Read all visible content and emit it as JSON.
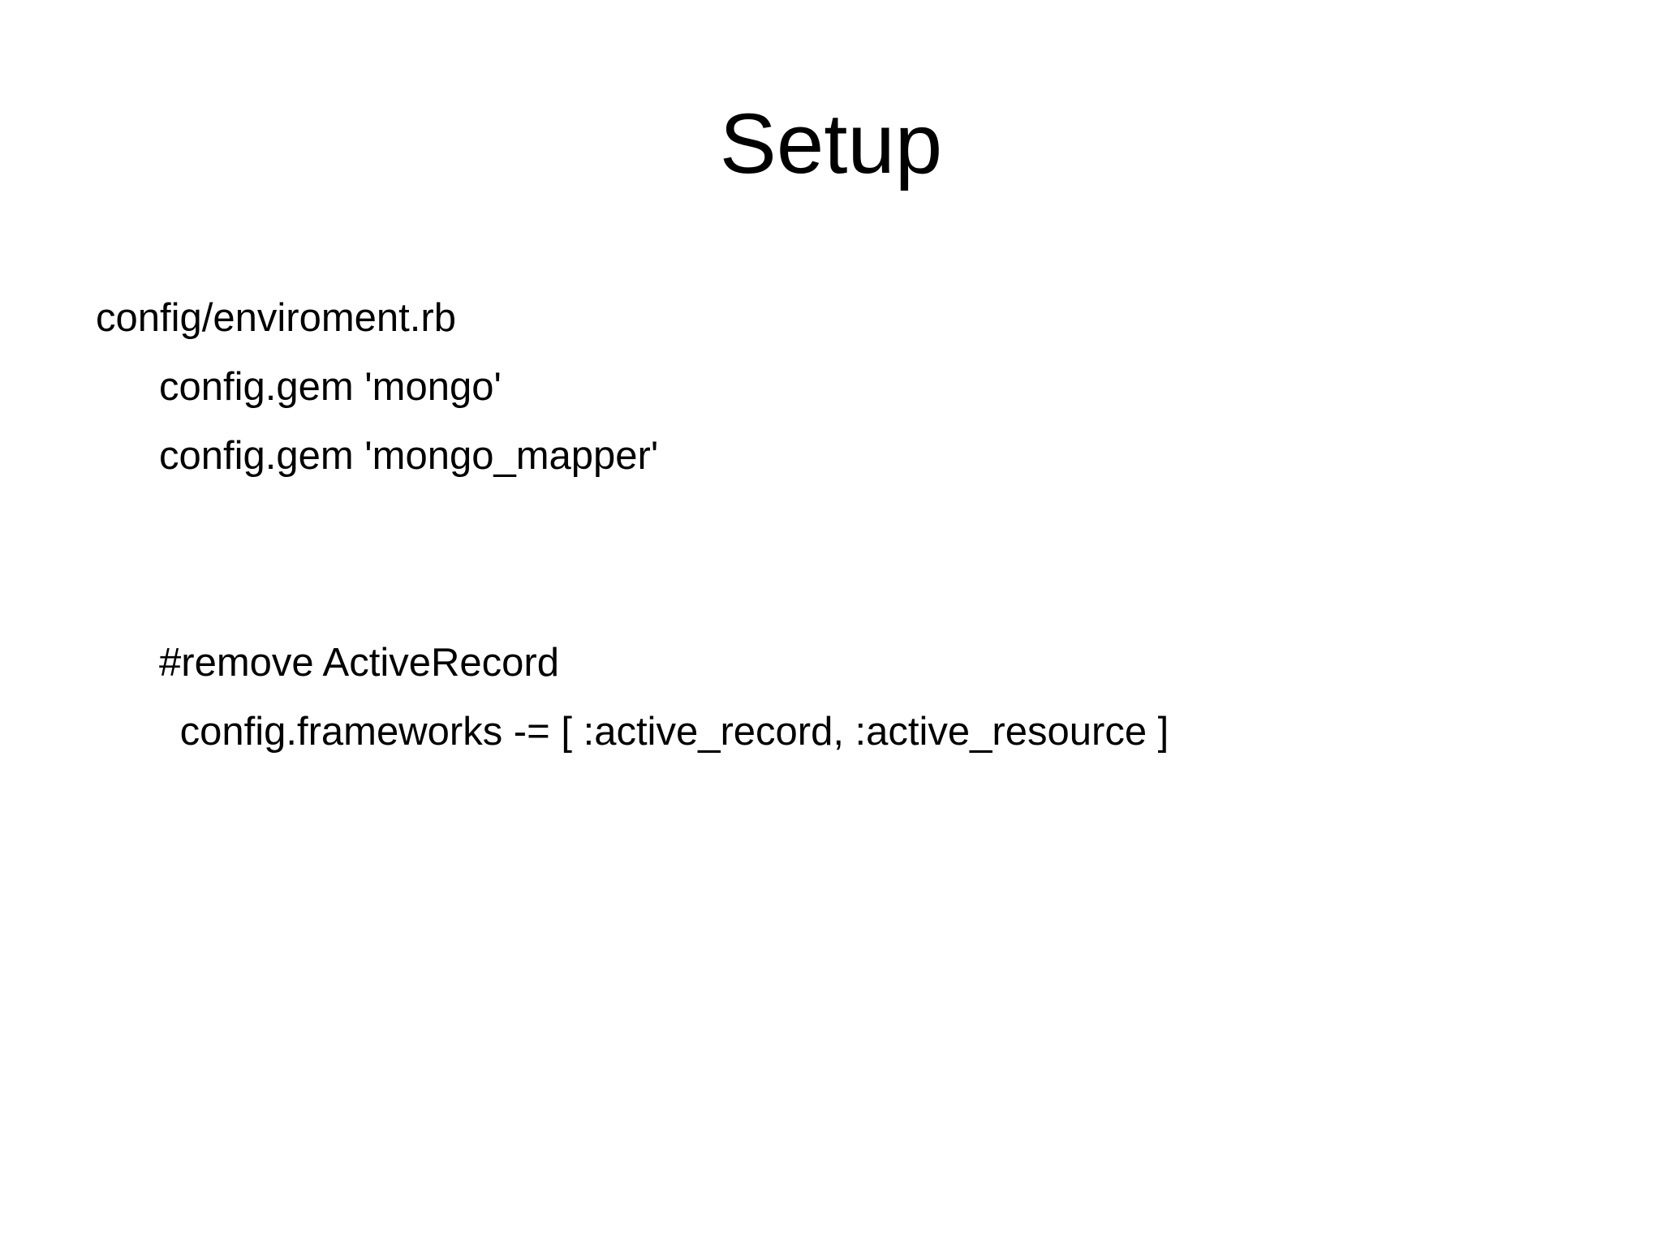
{
  "slide": {
    "background_color": "#ffffff",
    "text_color": "#000000",
    "title": "Setup",
    "body_lines": [
      {
        "text": "config/enviroment.rb",
        "indent": 0,
        "blank": false
      },
      {
        "text": "config.gem 'mongo'",
        "indent": 1,
        "blank": false
      },
      {
        "text": "config.gem 'mongo_mapper'",
        "indent": 1,
        "blank": false
      },
      {
        "text": "",
        "indent": 0,
        "blank": true
      },
      {
        "text": "",
        "indent": 0,
        "blank": true
      },
      {
        "text": "#remove ActiveRecord",
        "indent": 1,
        "blank": false
      },
      {
        "text": " config.frameworks -= [ :active_record, :active_resource ]",
        "indent": 1,
        "blank": false
      }
    ]
  }
}
